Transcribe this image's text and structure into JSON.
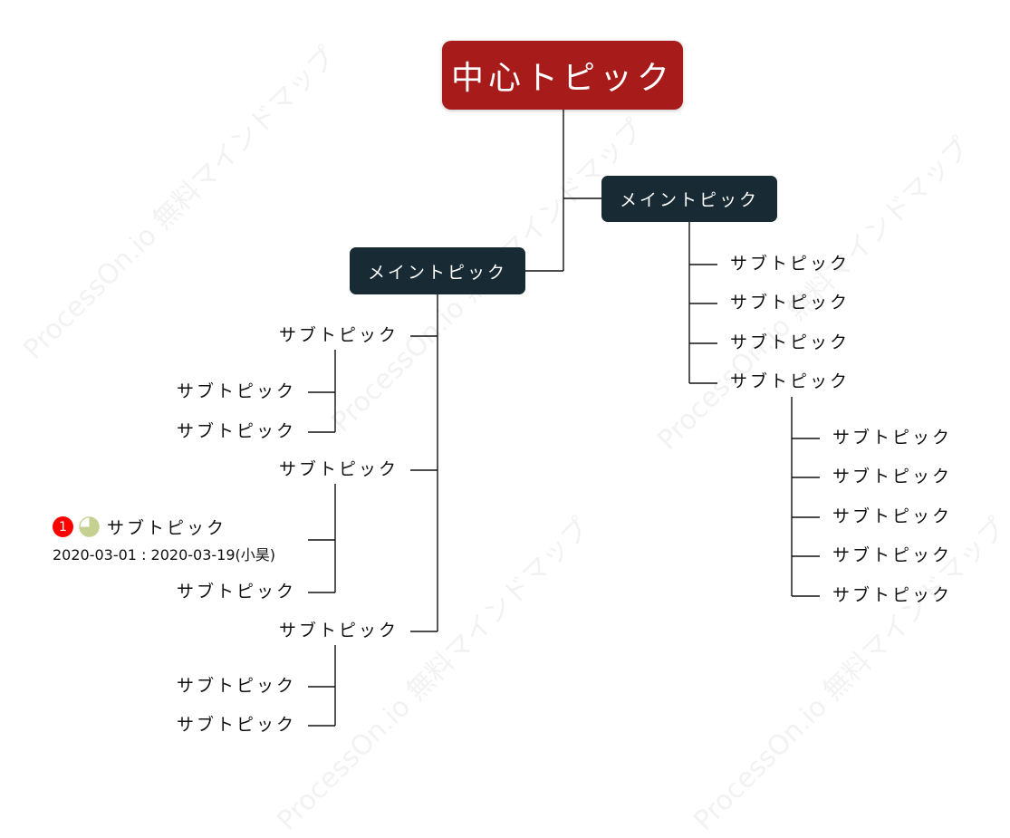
{
  "center": {
    "label": "中心トピック"
  },
  "main_topics": [
    {
      "label": "メイントピック"
    },
    {
      "label": "メイントピック"
    }
  ],
  "sub_label": "サブトピック",
  "special_topic": {
    "priority": "1",
    "progress": 0.75,
    "label": "サブトピック",
    "date_range": "2020-03-01 : 2020-03-19(小昊)"
  },
  "colors": {
    "center_bg": "#a81b1b",
    "main_bg": "#182a33",
    "line": "#111111",
    "priority_badge": "#ff0000",
    "progress_pie": "#c5d191"
  }
}
